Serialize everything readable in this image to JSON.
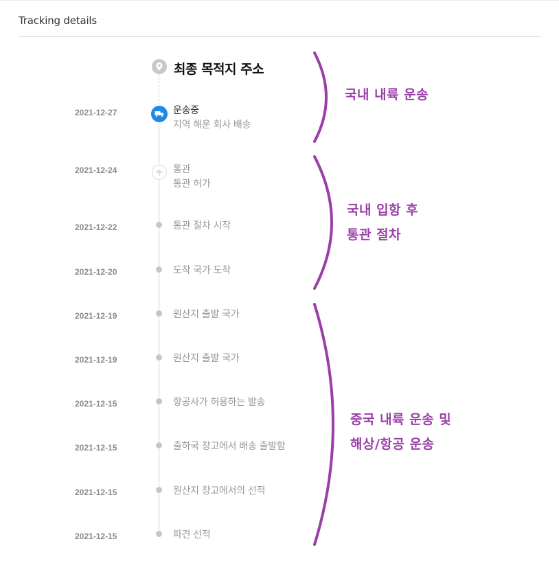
{
  "header": {
    "title": "Tracking details"
  },
  "destination": {
    "label": "최종 목적지 주소",
    "icon": "location-pin-icon"
  },
  "events": [
    {
      "date": "2021-12-27",
      "status": "운송중",
      "detail": "지역 해운 회사 배송",
      "icon": "truck-icon"
    },
    {
      "date": "2021-12-24",
      "status": "통관",
      "detail": "통관 허가",
      "icon": "customs-icon"
    },
    {
      "date": "2021-12-22",
      "status": "통관 절차 시작"
    },
    {
      "date": "2021-12-20",
      "status": "도착 국가 도착"
    },
    {
      "date": "2021-12-19",
      "status": "원산지 출발 국가"
    },
    {
      "date": "2021-12-19",
      "status": "원산지 출발 국가"
    },
    {
      "date": "2021-12-15",
      "status": "항공사가 허용하는 발송"
    },
    {
      "date": "2021-12-15",
      "status": "출하국 창고에서 배송 출발함"
    },
    {
      "date": "2021-12-15",
      "status": "원산지 창고에서의 선적"
    },
    {
      "date": "2021-12-15",
      "status": "파견 선적"
    }
  ],
  "annotations": {
    "domestic_delivery": [
      "국내 내륙 운송"
    ],
    "import_customs": [
      "국내 입항 후",
      "통관 절차"
    ],
    "china_transport": [
      "중국 내륙 운송 및",
      "해상/항공 운송"
    ]
  },
  "colors": {
    "annotation": "#9b3fa8",
    "active": "#1e88e5"
  }
}
